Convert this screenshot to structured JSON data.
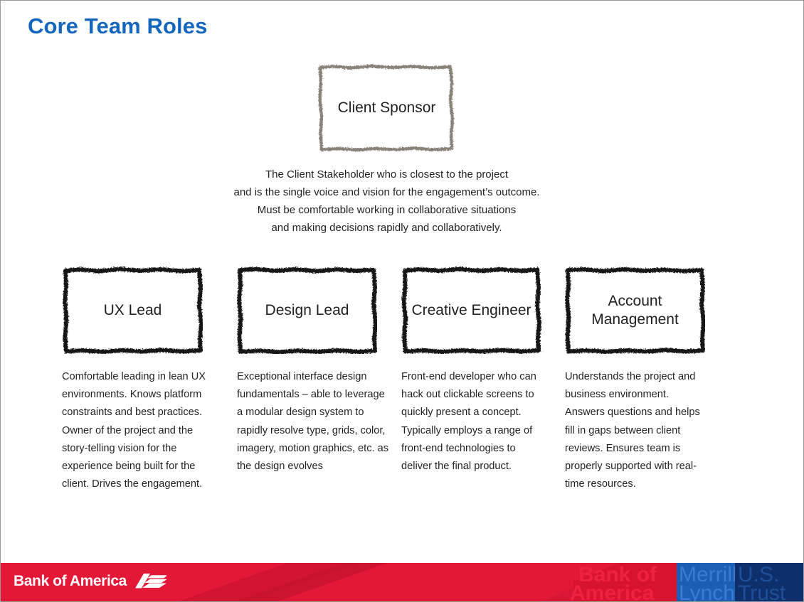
{
  "slide": {
    "title": "Core Team Roles"
  },
  "sponsor": {
    "box_label": "Client Sponsor",
    "description": "The Client Stakeholder who is closest to the project and is the single voice and vision for the engagement’s outcome. Must be comfortable working in collaborative situations and making decisions rapidly and collaboratively.",
    "description_lines": [
      "The Client Stakeholder who is closest to the project",
      "and is the single voice and vision for the engagement’s outcome.",
      "Must be comfortable working in collaborative situations",
      "and making decisions rapidly and collaboratively."
    ]
  },
  "roles": [
    {
      "id": "ux-lead",
      "box_label": "UX Lead",
      "description": "Comfortable leading in lean UX environments. Knows platform constraints and best practices. Owner of the project and the story-telling vision for the experience being built for the client. Drives the engagement."
    },
    {
      "id": "design-lead",
      "box_label": "Design Lead",
      "description": "Exceptional interface design fundamentals – able to leverage a modular design system to rapidly resolve type, grids, color, imagery, motion graphics, etc. as the design evolves"
    },
    {
      "id": "creative-engineer",
      "box_label": "Creative Engineer",
      "description": "Front-end developer who can hack out clickable screens to quickly present a concept. Typically employs a range of front-end technologies to deliver the final product."
    },
    {
      "id": "account-management",
      "box_label": "Account Management",
      "description": "Understands the project and business environment. Answers questions and helps fill in gaps between client reviews. Ensures team is properly supported with real-time resources."
    }
  ],
  "footer": {
    "brand": "Bank of America",
    "logo_icon": "boa-flag-icon",
    "right_brands": [
      "Bank of America",
      "Merrill Lynch",
      "U.S. Trust"
    ]
  },
  "colors": {
    "title_blue": "#1566bf",
    "footer_red": "#e31837",
    "footer_red_dark": "#c3122c",
    "footer_blue": "#1a5fb4",
    "footer_blue_dark": "#0d2f6b",
    "sponsor_border": "#8a8178",
    "role_border": "#1a1a1a",
    "body_text": "#231f20"
  }
}
